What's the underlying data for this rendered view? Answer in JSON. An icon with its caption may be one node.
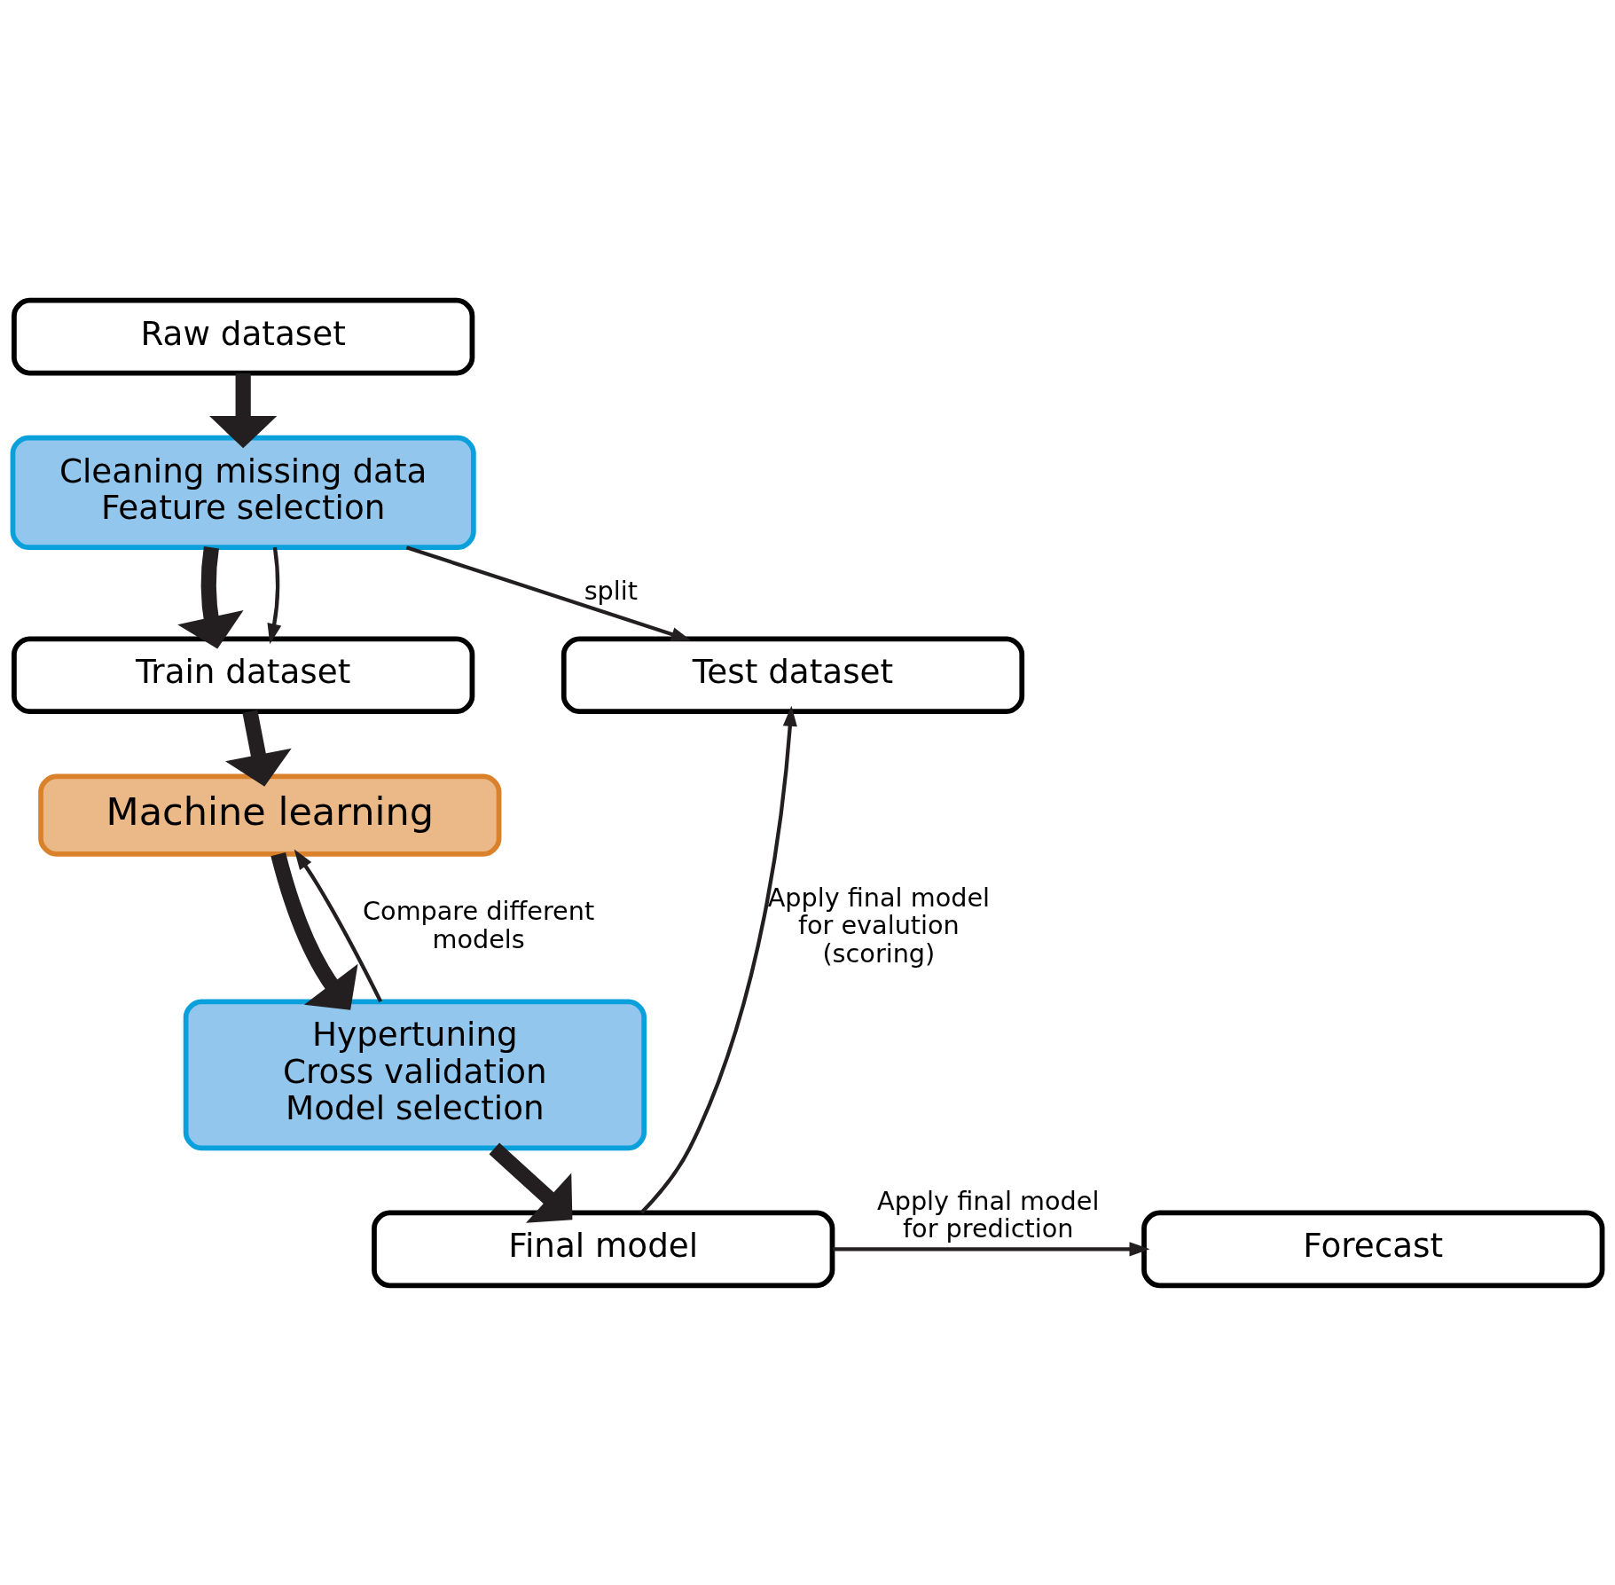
{
  "diagram": {
    "nodes": [
      {
        "text": [
          "Raw dataset"
        ]
      },
      {
        "text": [
          "Cleaning missing data",
          "Feature selection"
        ]
      },
      {
        "text": [
          "Train dataset"
        ]
      },
      {
        "text": [
          "Test dataset"
        ]
      },
      {
        "text": [
          "Machine learning"
        ]
      },
      {
        "text": [
          "Hypertuning",
          "Cross validation",
          "Model selection"
        ]
      },
      {
        "text": [
          "Final model"
        ]
      },
      {
        "text": [
          "Forecast"
        ]
      }
    ],
    "edges": [
      {
        "from": 0,
        "to": 1,
        "arrow": "to",
        "style": "thick"
      },
      {
        "from": 1,
        "to": 2,
        "arrow": "to",
        "style": "thick"
      },
      {
        "from": 1,
        "to": 2,
        "arrow": "to"
      },
      {
        "from": 1,
        "to": 3,
        "arrow": "to",
        "label": "split"
      },
      {
        "from": 2,
        "to": 4,
        "arrow": "to",
        "style": "thick"
      },
      {
        "from": 4,
        "to": 5,
        "arrow": "to",
        "style": "thick"
      },
      {
        "from": 5,
        "to": 4,
        "arrow": "to",
        "label": "Compare different models"
      },
      {
        "from": 5,
        "to": 6,
        "arrow": "to",
        "style": "thick"
      },
      {
        "from": 6,
        "to": 3,
        "arrow": "to",
        "label": "Apply final model for evalution (scoring)"
      },
      {
        "from": 6,
        "to": 7,
        "arrow": "to",
        "label": "Apply final model for prediction"
      }
    ]
  }
}
